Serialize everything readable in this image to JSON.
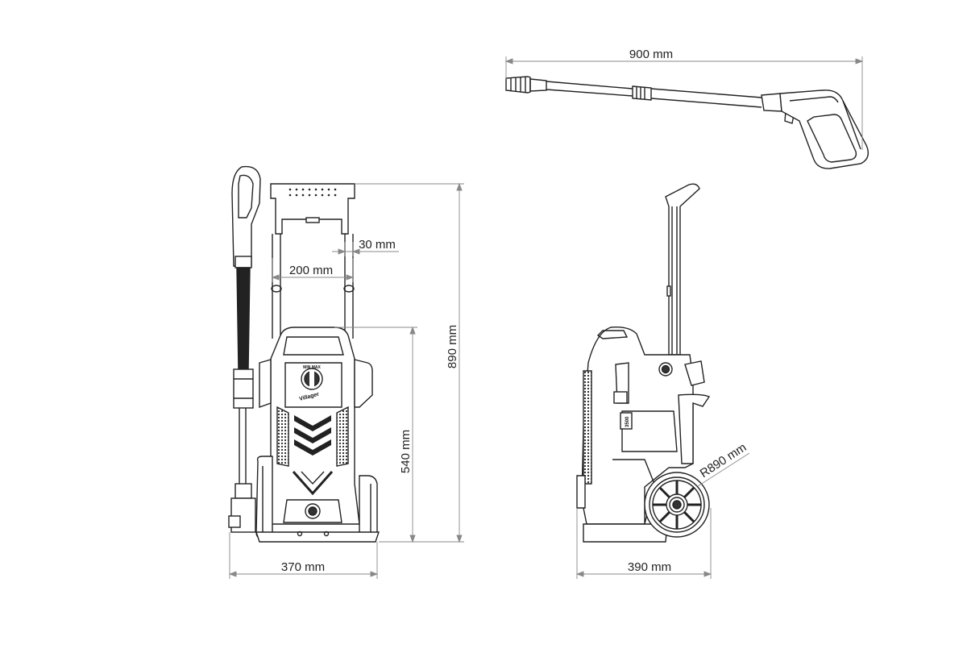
{
  "dimensions": {
    "gun_length": "900 mm",
    "total_height": "890 mm",
    "body_height": "540 mm",
    "handle_inner_width": "200 mm",
    "handle_tube_width": "30 mm",
    "front_width": "370 mm",
    "side_depth": "390 mm",
    "wheel_radius": "R890 mm"
  },
  "labels": {
    "brand": "Villager",
    "dial_top": "MIN   MAX",
    "side_plate": "3500"
  },
  "colors": {
    "line": "#222222",
    "dim_line": "#888888",
    "dark_fill": "#333333"
  }
}
